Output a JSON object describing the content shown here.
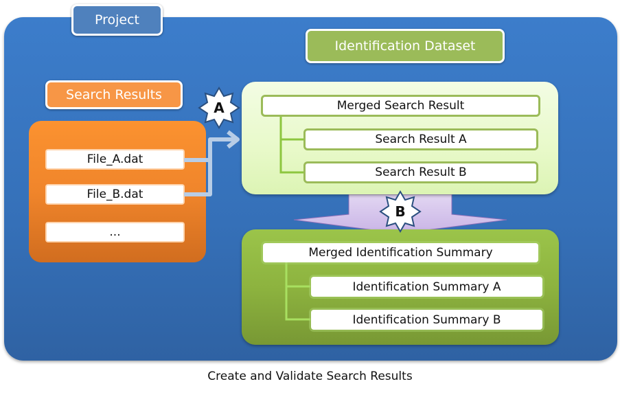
{
  "project": {
    "label": "Project"
  },
  "search_results": {
    "label": "Search Results",
    "files": [
      "File_A.dat",
      "File_B.dat",
      "..."
    ]
  },
  "identification_dataset": {
    "label": "Identification Dataset",
    "merged_search_result": "Merged Search Result",
    "search_result_children": [
      "Search Result A",
      "Search Result B"
    ]
  },
  "identification_summary": {
    "merged": "Merged Identification Summary",
    "children": [
      "Identification Summary A",
      "Identification Summary B"
    ]
  },
  "steps": {
    "a": "A",
    "b": "B"
  },
  "caption": "Create and Validate Search Results",
  "colors": {
    "project_blue": "#3c7dcb",
    "project_tag": "#4f81bd",
    "orange": "#f79646",
    "green": "#9bbb59",
    "light_green": "#e8f9c9",
    "arrow_blue": "#b8cde6",
    "arrow_purple": "#d8c8ee"
  }
}
